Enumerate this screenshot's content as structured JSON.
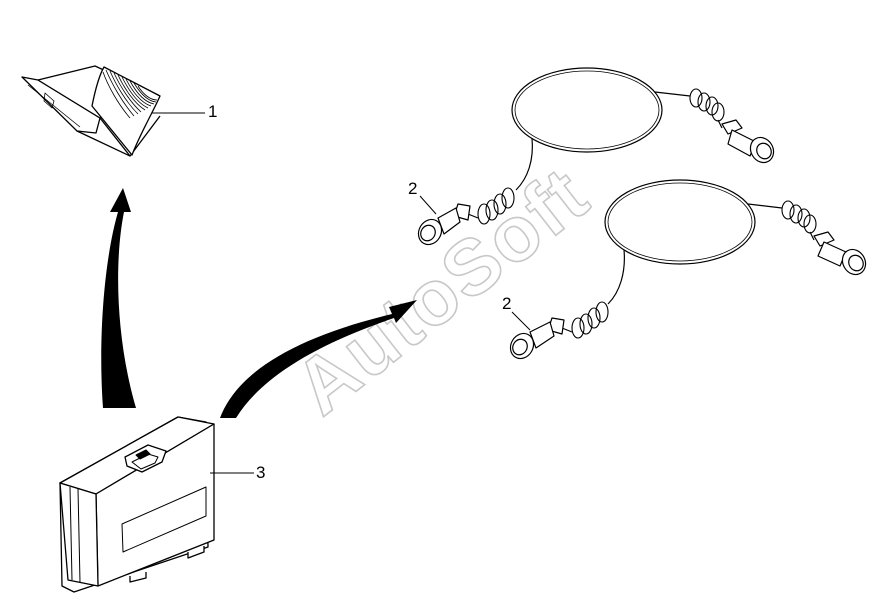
{
  "diagram": {
    "callouts": [
      {
        "id": "manual",
        "label": "1"
      },
      {
        "id": "cable-a",
        "label": "2"
      },
      {
        "id": "cable-b",
        "label": "2"
      },
      {
        "id": "case",
        "label": "3"
      }
    ],
    "watermark": "AutoSoft"
  },
  "colors": {
    "line": "#000000",
    "watermark": "#c8c8c8",
    "background": "#ffffff"
  }
}
